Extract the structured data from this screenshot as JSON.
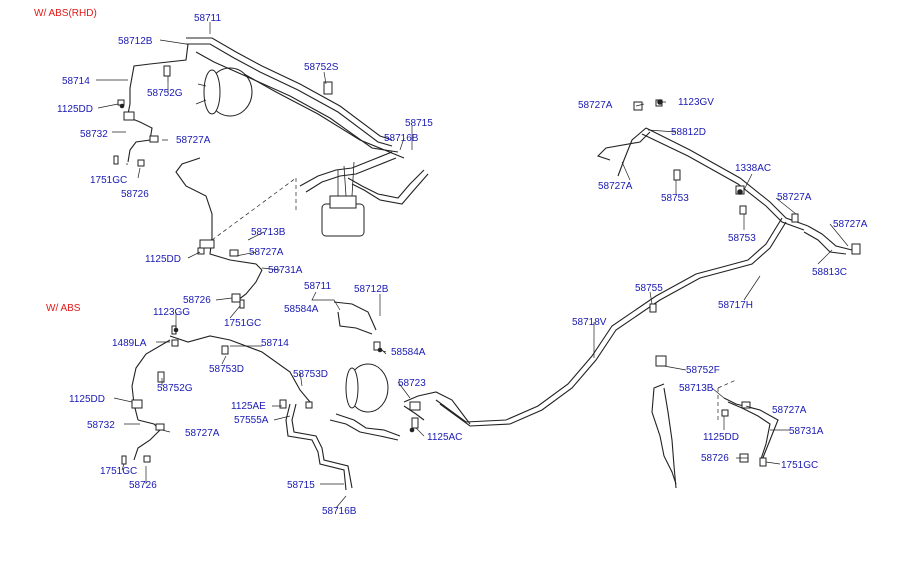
{
  "sections": {
    "rhd": "W/ ABS(RHD)",
    "abs": "W/ ABS"
  },
  "colors": {
    "label": "#1a1ab4",
    "section": "#e01818",
    "line": "#222222"
  },
  "labels": {
    "rhd": [
      "58711",
      "58712B",
      "58714",
      "58752G",
      "1125DD",
      "58732",
      "58727A",
      "1751GC",
      "58726",
      "58752S",
      "58715",
      "58716B",
      "58713B",
      "58727A",
      "1125DD",
      "58731A",
      "58726",
      "1751GC"
    ],
    "right": [
      "58727A",
      "1123GV",
      "58812D",
      "58727A",
      "58753",
      "1338AC",
      "58727A",
      "58753",
      "58727A",
      "58813C",
      "58755",
      "58717H",
      "58718V",
      "58752F",
      "58713B",
      "58727A",
      "1125DD",
      "58731A",
      "58726",
      "1751GC"
    ],
    "abs": [
      "58711",
      "58712B",
      "58584A",
      "1123GG",
      "1489LA",
      "58714",
      "58753D",
      "58752G",
      "58584A",
      "58753D",
      "1125DD",
      "1125AE",
      "57555A",
      "58723",
      "58732",
      "58727A",
      "1125AC",
      "1751GC",
      "58726",
      "58715",
      "58716B"
    ]
  }
}
